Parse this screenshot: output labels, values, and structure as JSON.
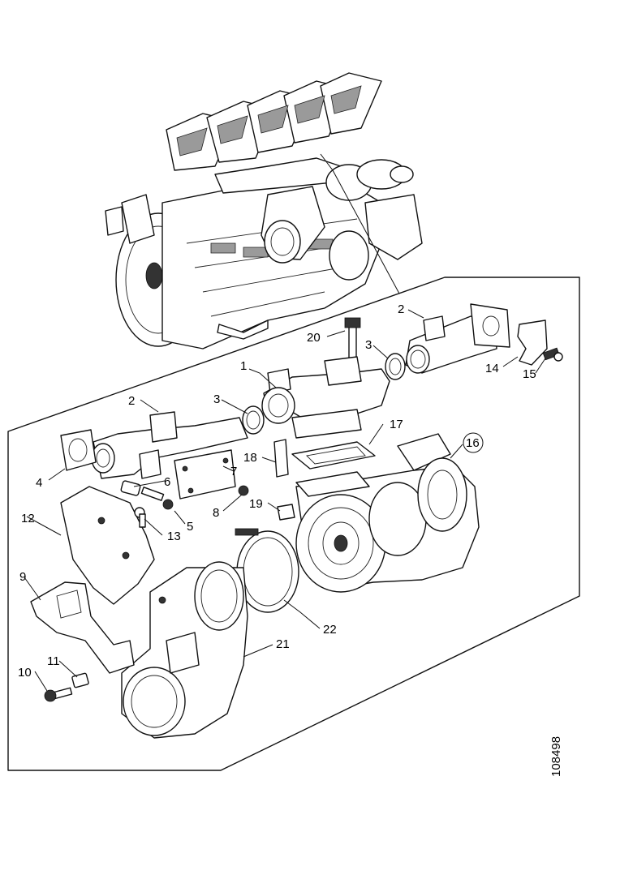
{
  "drawing_number": "108498",
  "callouts": [
    {
      "id": "c1",
      "text": "1"
    },
    {
      "id": "c2a",
      "text": "2"
    },
    {
      "id": "c2b",
      "text": "2"
    },
    {
      "id": "c3a",
      "text": "3"
    },
    {
      "id": "c3b",
      "text": "3"
    },
    {
      "id": "c4",
      "text": "4"
    },
    {
      "id": "c5",
      "text": "5"
    },
    {
      "id": "c6",
      "text": "6"
    },
    {
      "id": "c7",
      "text": "7"
    },
    {
      "id": "c8",
      "text": "8"
    },
    {
      "id": "c9",
      "text": "9"
    },
    {
      "id": "c10",
      "text": "10"
    },
    {
      "id": "c11",
      "text": "11"
    },
    {
      "id": "c12",
      "text": "12"
    },
    {
      "id": "c13",
      "text": "13"
    },
    {
      "id": "c14",
      "text": "14"
    },
    {
      "id": "c15",
      "text": "15"
    },
    {
      "id": "c16",
      "text": "16"
    },
    {
      "id": "c17",
      "text": "17"
    },
    {
      "id": "c18",
      "text": "18"
    },
    {
      "id": "c19",
      "text": "19"
    },
    {
      "id": "c20",
      "text": "20"
    },
    {
      "id": "c21",
      "text": "21"
    },
    {
      "id": "c22",
      "text": "22"
    }
  ]
}
